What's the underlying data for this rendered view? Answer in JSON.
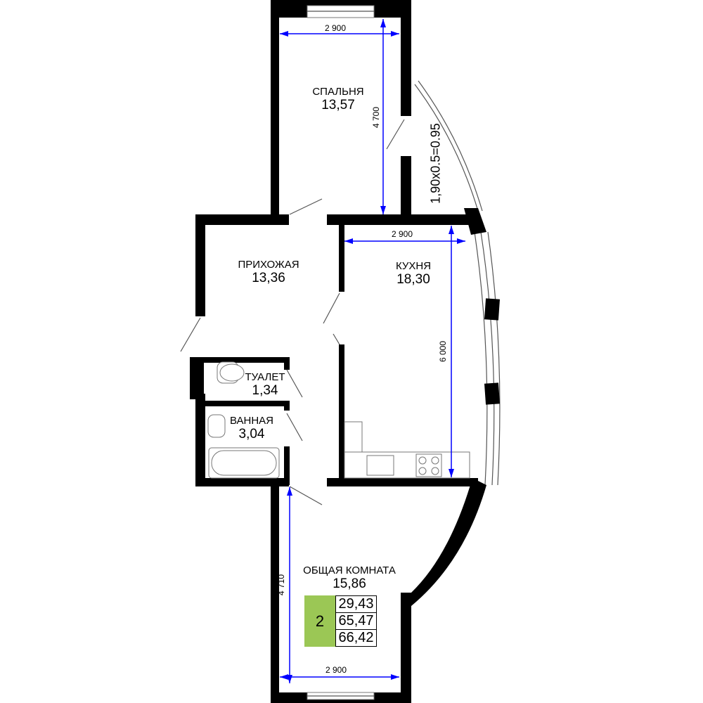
{
  "rooms": {
    "bedroom": {
      "name": "СПАЛЬНЯ",
      "area": "13,57"
    },
    "hallway": {
      "name": "ПРИХОЖАЯ",
      "area": "13,36"
    },
    "kitchen": {
      "name": "КУХНЯ",
      "area": "18,30"
    },
    "toilet": {
      "name": "ТУАЛЕТ",
      "area": "1,34"
    },
    "bathroom": {
      "name": "ВАННАЯ",
      "area": "3,04"
    },
    "living": {
      "name": "ОБЩАЯ КОМНАТА",
      "area": "15,86"
    }
  },
  "balcony_label": "1,90x0.5=0.95",
  "dimensions": {
    "bedroom_width": "2 900",
    "bedroom_length": "4 700",
    "kitchen_width": "2 900",
    "kitchen_length": "6 000",
    "living_length": "4 710",
    "living_width": "2 900"
  },
  "legend": {
    "rooms_count": "2",
    "living_area": "29,43",
    "total_area": "65,47",
    "total_area_with_balcony": "66,42",
    "color": "#9bc755"
  },
  "colors": {
    "wall": "#000000",
    "dimension": "#0000ff"
  }
}
